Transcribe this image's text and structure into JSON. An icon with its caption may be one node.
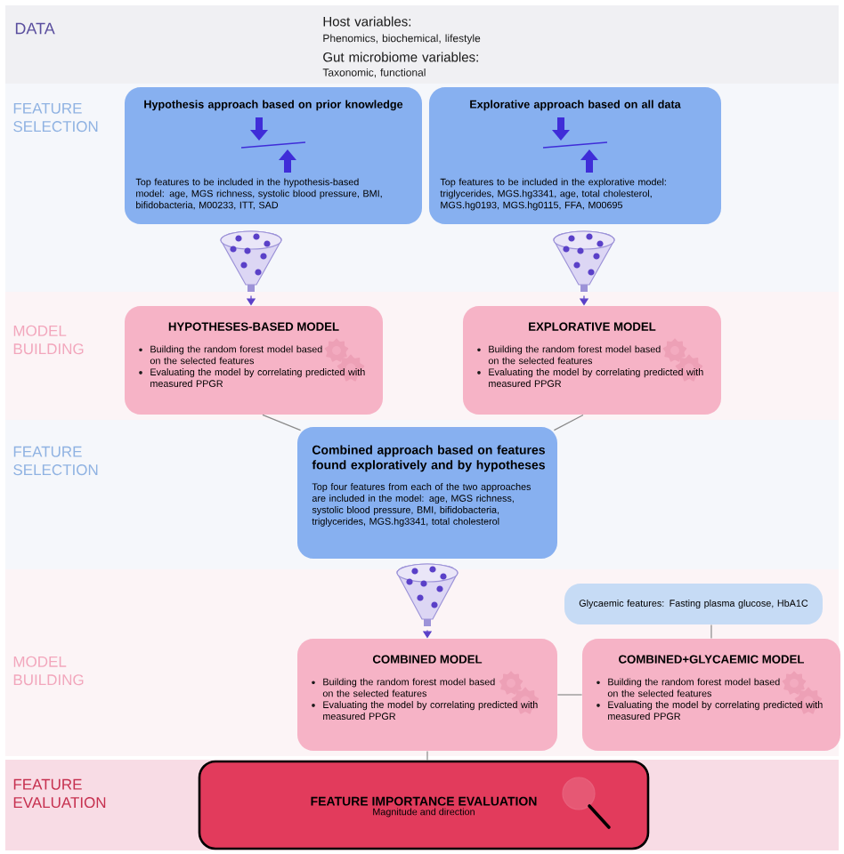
{
  "diagram": {
    "nodes": [
      {
        "text": [
          "Hypothesis approach based on prior knowledge",
          "Top features to be included in the hypothesis-based model: age, MGS richness, systolic blood pressure, BMI, bifidobacteria, M00233, ITT, SAD"
        ]
      },
      {
        "text": [
          "Explorative approach based on all data",
          "Top features to be included in the explorative model: triglycerides, MGS.hg3341, age, total cholesterol, MGS.hg0193, MGS.hg0115, FFA, M00695"
        ]
      },
      {
        "text": [],
        "shape": "funnel"
      },
      {
        "text": [],
        "shape": "funnel"
      },
      {
        "text": [
          "HYPOTHESES-BASED MODEL",
          "Building the random forest model based on the selected features",
          "Evaluating the model by correlating predicted with measured PPGR"
        ]
      },
      {
        "text": [
          "EXPLORATIVE MODEL",
          "Building the random forest model based on the selected features",
          "Evaluating the model by correlating predicted with measured PPGR"
        ]
      },
      {
        "text": [
          "Combined approach based on features found exploratively and by hypotheses",
          "Top four features from each of the two approaches are included in the model: age, MGS richness, systolic blood pressure, BMI, bifidobacteria, triglycerides, MGS.hg3341, total cholesterol"
        ]
      },
      {
        "text": [],
        "shape": "funnel"
      },
      {
        "text": [
          "Glycaemic features: Fasting plasma glucose, HbA1C"
        ]
      },
      {
        "text": [
          "COMBINED MODEL",
          "Building the random forest model based on the selected features",
          "Evaluating the model by correlating predicted with measured PPGR"
        ]
      },
      {
        "text": [
          "COMBINED+GLYCAEMIC MODEL",
          "Building the random forest model based on the selected features",
          "Evaluating the model by correlating predicted with measured PPGR"
        ]
      },
      {
        "text": [
          "FEATURE IMPORTANCE EVALUATION",
          "Magnitude and direction"
        ]
      }
    ],
    "edges": [
      {
        "from": 2,
        "to": 4,
        "arrow": "to",
        "color": "#5a40c8"
      },
      {
        "from": 3,
        "to": 5,
        "arrow": "to",
        "color": "#5a40c8"
      },
      {
        "from": 4,
        "to": 6,
        "arrow": "none"
      },
      {
        "from": 5,
        "to": 6,
        "arrow": "none"
      },
      {
        "from": 7,
        "to": 9,
        "arrow": "to",
        "color": "#5a40c8"
      },
      {
        "from": 8,
        "to": 10,
        "arrow": "none"
      },
      {
        "from": 9,
        "to": 10,
        "arrow": "none"
      },
      {
        "from": 9,
        "to": 11,
        "arrow": "none"
      }
    ],
    "labels": [
      "DATA",
      "Host variables:",
      "Phenomics, biochemical, lifestyle",
      "Gut microbiome variables:",
      "Taxonomic, functional",
      "FEATURE SELECTION",
      "MODEL BUILDING",
      "FEATURE SELECTION",
      "MODEL BUILDING",
      "FEATURE EVALUATION"
    ]
  }
}
